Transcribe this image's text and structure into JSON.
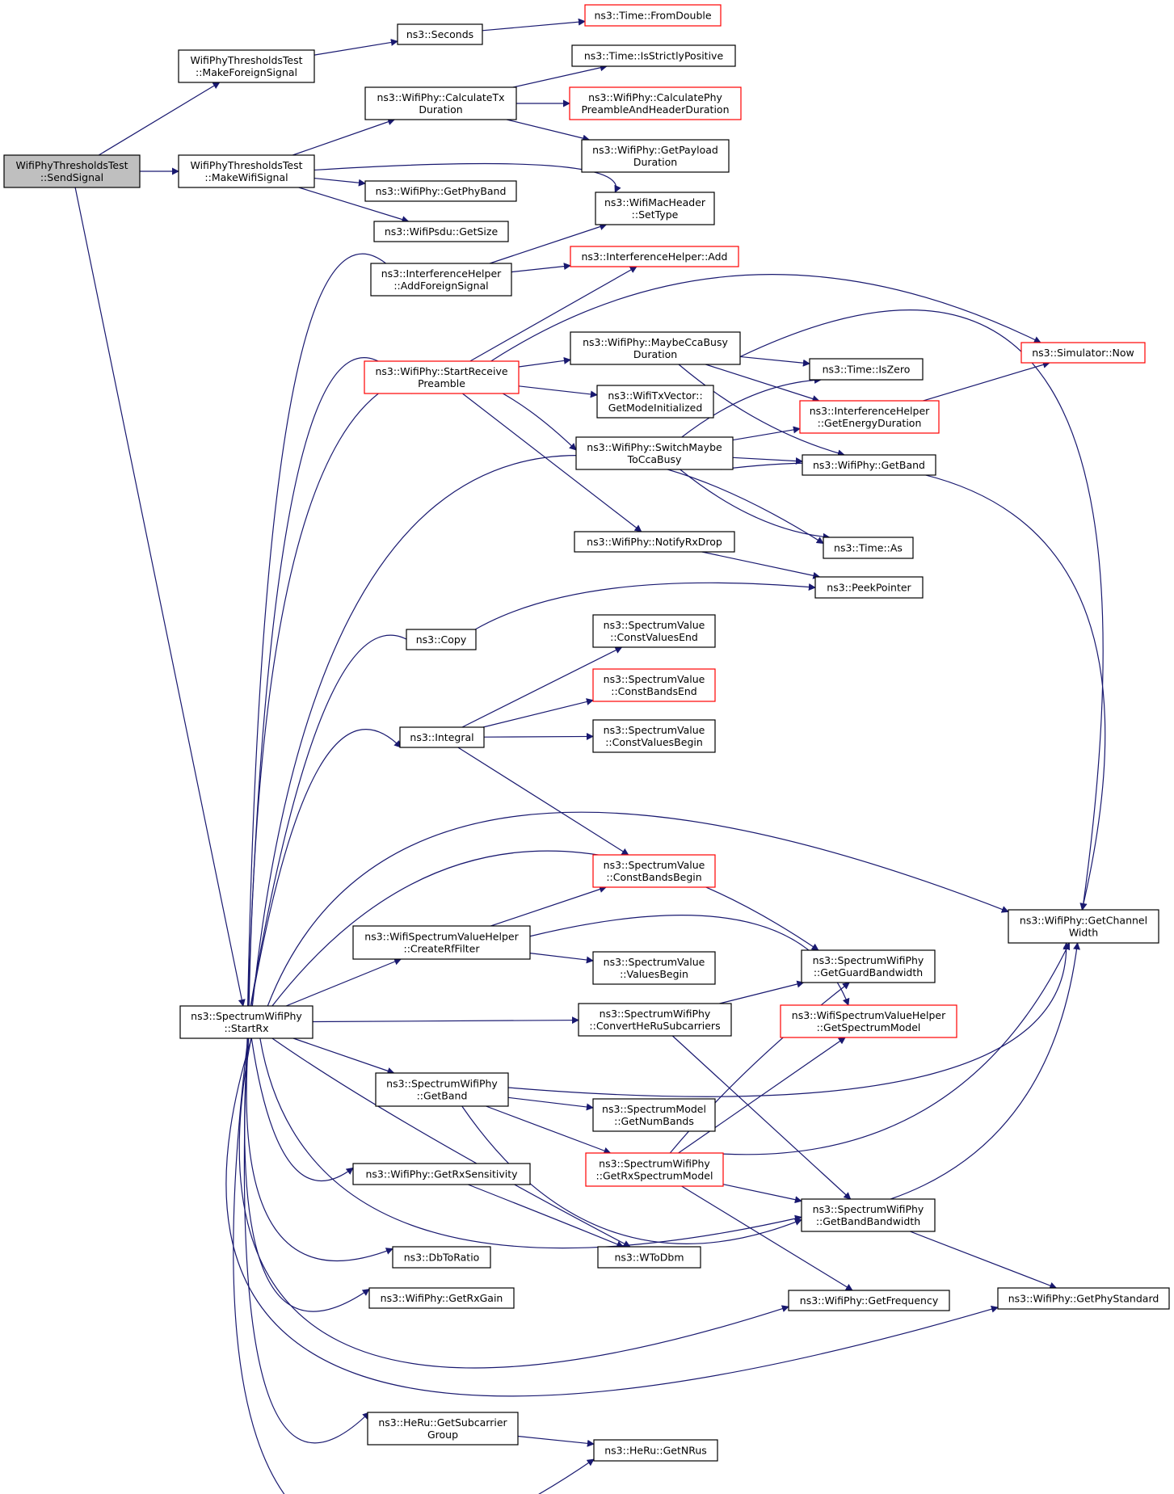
{
  "diagram": {
    "colors": {
      "edge": "#191970",
      "node_border": "#000000",
      "node_fill": "#ffffff",
      "root_fill": "#bfbfbf",
      "truncated_border": "#ff0000"
    },
    "nodes": {
      "send_signal": {
        "lines": [
          "WifiPhyThresholdsTest",
          "::SendSignal"
        ],
        "style": "root"
      },
      "make_foreign_signal": {
        "lines": [
          "WifiPhyThresholdsTest",
          "::MakeForeignSignal"
        ],
        "style": "normal"
      },
      "make_wifi_signal": {
        "lines": [
          "WifiPhyThresholdsTest",
          "::MakeWifiSignal"
        ],
        "style": "normal"
      },
      "spectrum_start_rx": {
        "lines": [
          "ns3::SpectrumWifiPhy",
          "::StartRx"
        ],
        "style": "normal"
      },
      "seconds": {
        "lines": [
          "ns3::Seconds"
        ],
        "style": "normal"
      },
      "time_from_double": {
        "lines": [
          "ns3::Time::FromDouble"
        ],
        "style": "truncated"
      },
      "calculate_tx_duration": {
        "lines": [
          "ns3::WifiPhy::CalculateTx",
          "Duration"
        ],
        "style": "normal"
      },
      "time_is_strictly_positive": {
        "lines": [
          "ns3::Time::IsStrictlyPositive"
        ],
        "style": "normal"
      },
      "calculate_phy_preamble": {
        "lines": [
          "ns3::WifiPhy::CalculatePhy",
          "PreambleAndHeaderDuration"
        ],
        "style": "truncated"
      },
      "get_payload_duration": {
        "lines": [
          "ns3::WifiPhy::GetPayload",
          "Duration"
        ],
        "style": "normal"
      },
      "get_phy_band": {
        "lines": [
          "ns3::WifiPhy::GetPhyBand"
        ],
        "style": "normal"
      },
      "mac_header_set_type": {
        "lines": [
          "ns3::WifiMacHeader",
          "::SetType"
        ],
        "style": "normal"
      },
      "psdu_get_size": {
        "lines": [
          "ns3::WifiPsdu::GetSize"
        ],
        "style": "normal"
      },
      "add_foreign_signal": {
        "lines": [
          "ns3::InterferenceHelper",
          "::AddForeignSignal"
        ],
        "style": "normal"
      },
      "interference_add": {
        "lines": [
          "ns3::InterferenceHelper::Add"
        ],
        "style": "truncated"
      },
      "start_receive_preamble": {
        "lines": [
          "ns3::WifiPhy::StartReceive",
          "Preamble"
        ],
        "style": "truncated"
      },
      "maybe_cca_busy": {
        "lines": [
          "ns3::WifiPhy::MaybeCcaBusy",
          "Duration"
        ],
        "style": "normal"
      },
      "simulator_now": {
        "lines": [
          "ns3::Simulator::Now"
        ],
        "style": "truncated"
      },
      "time_is_zero": {
        "lines": [
          "ns3::Time::IsZero"
        ],
        "style": "normal"
      },
      "tx_vector_mode_init": {
        "lines": [
          "ns3::WifiTxVector::",
          "GetModeInitialized"
        ],
        "style": "normal"
      },
      "get_energy_duration": {
        "lines": [
          "ns3::InterferenceHelper",
          "::GetEnergyDuration"
        ],
        "style": "truncated"
      },
      "switch_maybe_cca": {
        "lines": [
          "ns3::WifiPhy::SwitchMaybe",
          "ToCcaBusy"
        ],
        "style": "normal"
      },
      "wifiphy_get_band": {
        "lines": [
          "ns3::WifiPhy::GetBand"
        ],
        "style": "normal"
      },
      "notify_rx_drop": {
        "lines": [
          "ns3::WifiPhy::NotifyRxDrop"
        ],
        "style": "normal"
      },
      "time_as": {
        "lines": [
          "ns3::Time::As"
        ],
        "style": "normal"
      },
      "peek_pointer": {
        "lines": [
          "ns3::PeekPointer"
        ],
        "style": "normal"
      },
      "copy": {
        "lines": [
          "ns3::Copy"
        ],
        "style": "normal"
      },
      "const_values_end": {
        "lines": [
          "ns3::SpectrumValue",
          "::ConstValuesEnd"
        ],
        "style": "normal"
      },
      "const_bands_end": {
        "lines": [
          "ns3::SpectrumValue",
          "::ConstBandsEnd"
        ],
        "style": "truncated"
      },
      "integral": {
        "lines": [
          "ns3::Integral"
        ],
        "style": "normal"
      },
      "const_values_begin": {
        "lines": [
          "ns3::SpectrumValue",
          "::ConstValuesBegin"
        ],
        "style": "normal"
      },
      "const_bands_begin": {
        "lines": [
          "ns3::SpectrumValue",
          "::ConstBandsBegin"
        ],
        "style": "truncated"
      },
      "get_channel_width": {
        "lines": [
          "ns3::WifiPhy::GetChannel",
          "Width"
        ],
        "style": "normal"
      },
      "create_rf_filter": {
        "lines": [
          "ns3::WifiSpectrumValueHelper",
          "::CreateRfFilter"
        ],
        "style": "normal"
      },
      "values_begin": {
        "lines": [
          "ns3::SpectrumValue",
          "::ValuesBegin"
        ],
        "style": "normal"
      },
      "get_guard_bandwidth": {
        "lines": [
          "ns3::SpectrumWifiPhy",
          "::GetGuardBandwidth"
        ],
        "style": "normal"
      },
      "convert_he_ru": {
        "lines": [
          "ns3::SpectrumWifiPhy",
          "::ConvertHeRuSubcarriers"
        ],
        "style": "normal"
      },
      "get_spectrum_model": {
        "lines": [
          "ns3::WifiSpectrumValueHelper",
          "::GetSpectrumModel"
        ],
        "style": "truncated"
      },
      "spectrum_get_band": {
        "lines": [
          "ns3::SpectrumWifiPhy",
          "::GetBand"
        ],
        "style": "normal"
      },
      "get_num_bands": {
        "lines": [
          "ns3::SpectrumModel",
          "::GetNumBands"
        ],
        "style": "normal"
      },
      "get_rx_spectrum_model": {
        "lines": [
          "ns3::SpectrumWifiPhy",
          "::GetRxSpectrumModel"
        ],
        "style": "truncated"
      },
      "get_rx_sensitivity": {
        "lines": [
          "ns3::WifiPhy::GetRxSensitivity"
        ],
        "style": "normal"
      },
      "get_band_bandwidth": {
        "lines": [
          "ns3::SpectrumWifiPhy",
          "::GetBandBandwidth"
        ],
        "style": "normal"
      },
      "w_to_dbm": {
        "lines": [
          "ns3::WToDbm"
        ],
        "style": "normal"
      },
      "db_to_ratio": {
        "lines": [
          "ns3::DbToRatio"
        ],
        "style": "normal"
      },
      "get_rx_gain": {
        "lines": [
          "ns3::WifiPhy::GetRxGain"
        ],
        "style": "normal"
      },
      "get_frequency": {
        "lines": [
          "ns3::WifiPhy::GetFrequency"
        ],
        "style": "normal"
      },
      "get_phy_standard": {
        "lines": [
          "ns3::WifiPhy::GetPhyStandard"
        ],
        "style": "normal"
      },
      "he_ru_subcarrier_group": {
        "lines": [
          "ns3::HeRu::GetSubcarrier",
          "Group"
        ],
        "style": "normal"
      },
      "he_ru_get_nrus": {
        "lines": [
          "ns3::HeRu::GetNRus"
        ],
        "style": "normal"
      }
    },
    "edges": [
      [
        "send_signal",
        "make_foreign_signal"
      ],
      [
        "send_signal",
        "make_wifi_signal"
      ],
      [
        "send_signal",
        "spectrum_start_rx"
      ],
      [
        "make_foreign_signal",
        "seconds"
      ],
      [
        "seconds",
        "time_from_double"
      ],
      [
        "make_wifi_signal",
        "calculate_tx_duration"
      ],
      [
        "make_wifi_signal",
        "get_phy_band"
      ],
      [
        "make_wifi_signal",
        "mac_header_set_type"
      ],
      [
        "make_wifi_signal",
        "psdu_get_size"
      ],
      [
        "calculate_tx_duration",
        "time_is_strictly_positive"
      ],
      [
        "calculate_tx_duration",
        "calculate_phy_preamble"
      ],
      [
        "calculate_tx_duration",
        "get_payload_duration"
      ],
      [
        "add_foreign_signal",
        "mac_header_set_type"
      ],
      [
        "add_foreign_signal",
        "interference_add"
      ],
      [
        "start_receive_preamble",
        "interference_add"
      ],
      [
        "start_receive_preamble",
        "simulator_now"
      ],
      [
        "start_receive_preamble",
        "maybe_cca_busy"
      ],
      [
        "start_receive_preamble",
        "tx_vector_mode_init"
      ],
      [
        "start_receive_preamble",
        "notify_rx_drop"
      ],
      [
        "maybe_cca_busy",
        "time_is_zero"
      ],
      [
        "maybe_cca_busy",
        "get_energy_duration"
      ],
      [
        "maybe_cca_busy",
        "wifiphy_get_band"
      ],
      [
        "maybe_cca_busy",
        "get_channel_width"
      ],
      [
        "get_energy_duration",
        "simulator_now"
      ],
      [
        "switch_maybe_cca",
        "time_is_zero"
      ],
      [
        "switch_maybe_cca",
        "get_energy_duration"
      ],
      [
        "switch_maybe_cca",
        "wifiphy_get_band"
      ],
      [
        "switch_maybe_cca",
        "time_as"
      ],
      [
        "switch_maybe_cca",
        "get_channel_width"
      ],
      [
        "notify_rx_drop",
        "peek_pointer"
      ],
      [
        "copy",
        "peek_pointer"
      ],
      [
        "integral",
        "const_values_end"
      ],
      [
        "integral",
        "const_bands_end"
      ],
      [
        "integral",
        "const_values_begin"
      ],
      [
        "integral",
        "const_bands_begin"
      ],
      [
        "create_rf_filter",
        "const_bands_begin"
      ],
      [
        "create_rf_filter",
        "values_begin"
      ],
      [
        "create_rf_filter",
        "get_spectrum_model"
      ],
      [
        "convert_he_ru",
        "get_guard_bandwidth"
      ],
      [
        "convert_he_ru",
        "get_band_bandwidth"
      ],
      [
        "spectrum_get_band",
        "get_channel_width"
      ],
      [
        "spectrum_get_band",
        "get_num_bands"
      ],
      [
        "spectrum_get_band",
        "get_rx_spectrum_model"
      ],
      [
        "spectrum_get_band",
        "get_band_bandwidth"
      ],
      [
        "get_rx_spectrum_model",
        "get_guard_bandwidth"
      ],
      [
        "get_rx_spectrum_model",
        "get_spectrum_model"
      ],
      [
        "get_rx_spectrum_model",
        "get_channel_width"
      ],
      [
        "get_rx_spectrum_model",
        "get_band_bandwidth"
      ],
      [
        "get_rx_spectrum_model",
        "get_frequency"
      ],
      [
        "get_band_bandwidth",
        "get_channel_width"
      ],
      [
        "get_band_bandwidth",
        "get_phy_standard"
      ],
      [
        "get_rx_sensitivity",
        "w_to_dbm"
      ],
      [
        "he_ru_subcarrier_group",
        "he_ru_get_nrus"
      ],
      [
        "spectrum_start_rx",
        "add_foreign_signal"
      ],
      [
        "spectrum_start_rx",
        "start_receive_preamble"
      ],
      [
        "spectrum_start_rx",
        "switch_maybe_cca"
      ],
      [
        "spectrum_start_rx",
        "time_as"
      ],
      [
        "spectrum_start_rx",
        "copy"
      ],
      [
        "spectrum_start_rx",
        "integral"
      ],
      [
        "spectrum_start_rx",
        "get_channel_width"
      ],
      [
        "spectrum_start_rx",
        "get_guard_bandwidth"
      ],
      [
        "spectrum_start_rx",
        "create_rf_filter"
      ],
      [
        "spectrum_start_rx",
        "convert_he_ru"
      ],
      [
        "spectrum_start_rx",
        "spectrum_get_band"
      ],
      [
        "spectrum_start_rx",
        "get_rx_sensitivity"
      ],
      [
        "spectrum_start_rx",
        "w_to_dbm"
      ],
      [
        "spectrum_start_rx",
        "get_band_bandwidth"
      ],
      [
        "spectrum_start_rx",
        "db_to_ratio"
      ],
      [
        "spectrum_start_rx",
        "get_rx_gain"
      ],
      [
        "spectrum_start_rx",
        "get_frequency"
      ],
      [
        "spectrum_start_rx",
        "get_phy_standard"
      ],
      [
        "spectrum_start_rx",
        "he_ru_subcarrier_group"
      ],
      [
        "spectrum_start_rx",
        "he_ru_get_nrus"
      ]
    ]
  }
}
